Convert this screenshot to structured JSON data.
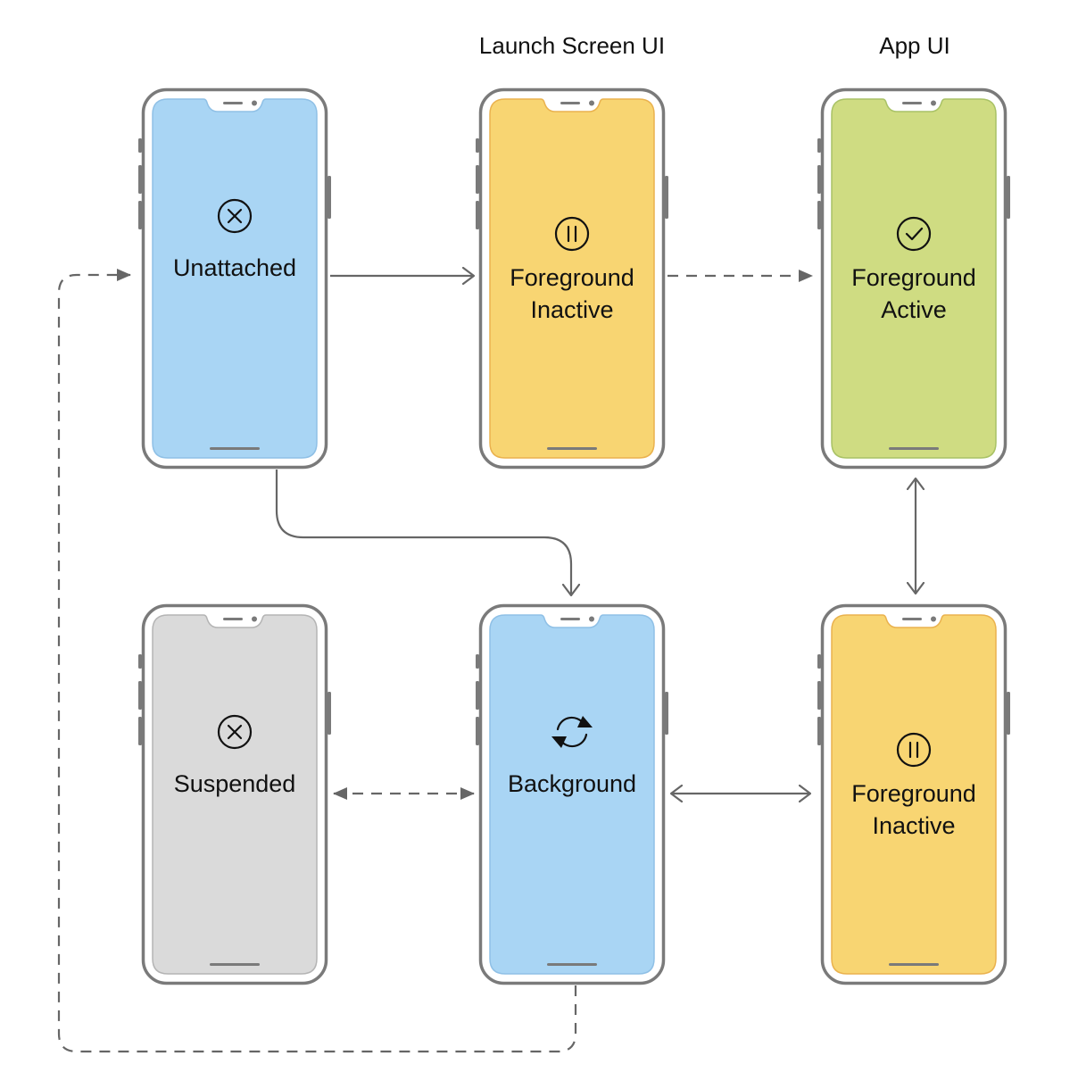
{
  "headers": {
    "launch_screen_ui": "Launch Screen UI",
    "app_ui": "App UI"
  },
  "states": [
    {
      "id": "unattached",
      "lines": [
        "Unattached"
      ],
      "icon": "x-circle-icon",
      "color": "#a9d5f4",
      "border": "#8fc0e6"
    },
    {
      "id": "foreground-inactive-launch",
      "lines": [
        "Foreground",
        "Inactive"
      ],
      "icon": "pause-circle-icon",
      "color": "#f8d572",
      "border": "#eab24e"
    },
    {
      "id": "foreground-active",
      "lines": [
        "Foreground",
        "Active"
      ],
      "icon": "checkmark-circle-icon",
      "color": "#cfdc82",
      "border": "#a9c266"
    },
    {
      "id": "suspended",
      "lines": [
        "Suspended"
      ],
      "icon": "x-circle-icon",
      "color": "#dadada",
      "border": "#b4b4b4"
    },
    {
      "id": "background",
      "lines": [
        "Background"
      ],
      "icon": "refresh-cycle-icon",
      "color": "#a9d5f4",
      "border": "#8fc0e6"
    },
    {
      "id": "foreground-inactive-app",
      "lines": [
        "Foreground",
        "Inactive"
      ],
      "icon": "pause-circle-icon",
      "color": "#f8d572",
      "border": "#eab24e"
    }
  ],
  "transitions": [
    {
      "from": "unattached",
      "to": "foreground-inactive-launch",
      "style": "solid",
      "direction": "forward"
    },
    {
      "from": "foreground-inactive-launch",
      "to": "foreground-active",
      "style": "dashed",
      "direction": "forward"
    },
    {
      "from": "foreground-active",
      "to": "foreground-inactive-app",
      "style": "solid",
      "direction": "both"
    },
    {
      "from": "unattached",
      "to": "background",
      "style": "solid",
      "direction": "forward"
    },
    {
      "from": "background",
      "to": "foreground-inactive-app",
      "style": "solid",
      "direction": "both"
    },
    {
      "from": "suspended",
      "to": "background",
      "style": "dashed",
      "direction": "both"
    },
    {
      "from": "background",
      "to": "unattached",
      "style": "dashed",
      "direction": "forward"
    }
  ],
  "colors": {
    "phone_frame": "#7a7a7a",
    "line": "#666666",
    "text": "#111111"
  }
}
